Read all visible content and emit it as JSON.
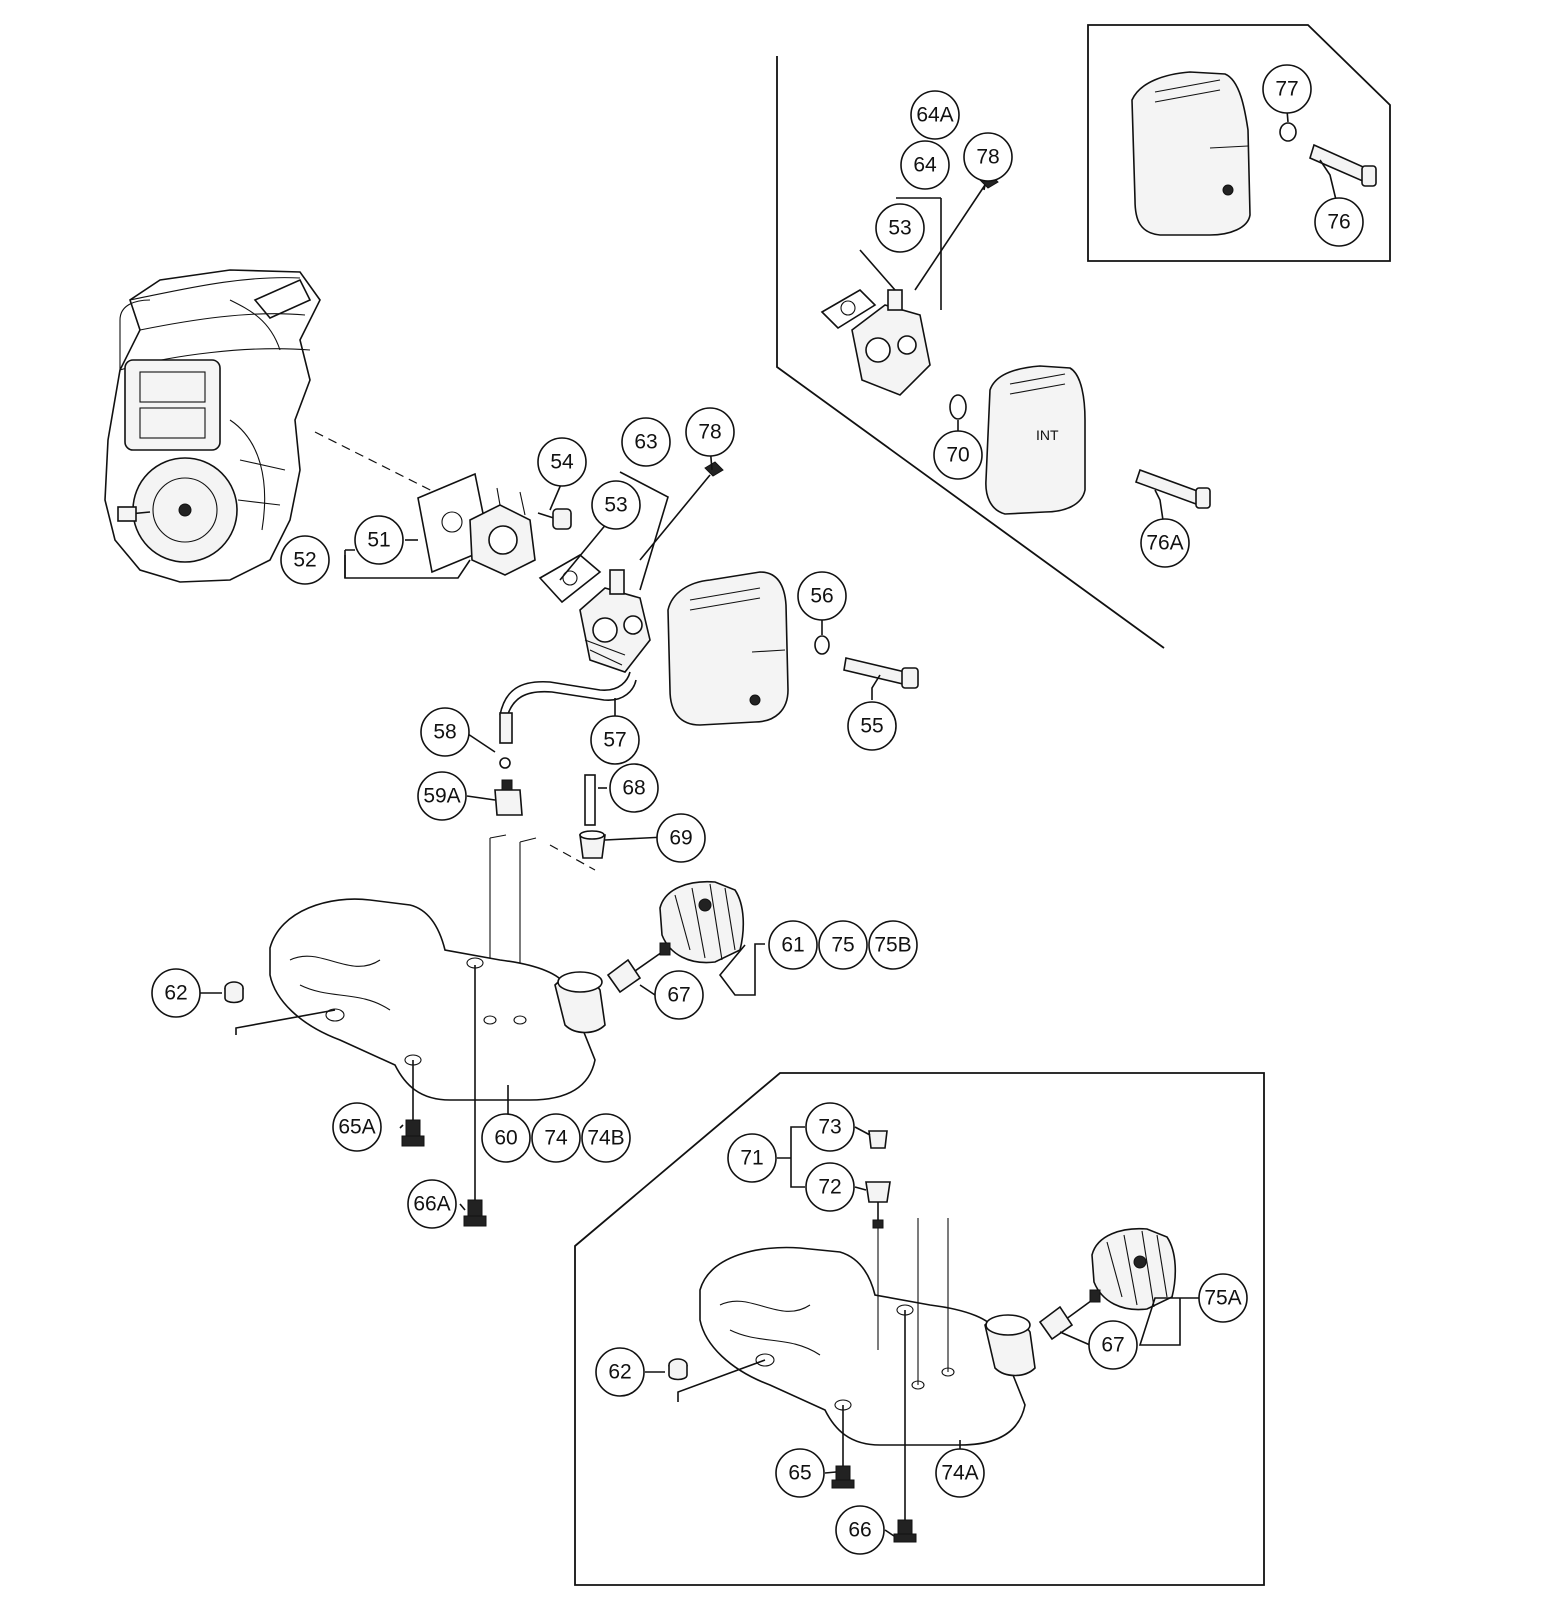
{
  "colors": {
    "ink": "#111111",
    "background": "#ffffff"
  },
  "labels": {
    "p51": "51",
    "p52": "52",
    "p53": "53",
    "p53b": "53",
    "p54": "54",
    "p55": "55",
    "p56": "56",
    "p57": "57",
    "p58": "58",
    "p59A": "59A",
    "p60": "60",
    "p61": "61",
    "p62": "62",
    "p62b": "62",
    "p63": "63",
    "p64": "64",
    "p64A": "64A",
    "p65": "65",
    "p65A": "65A",
    "p66": "66",
    "p66A": "66A",
    "p67": "67",
    "p67b": "67",
    "p68": "68",
    "p69": "69",
    "p70": "70",
    "p71": "71",
    "p72": "72",
    "p73": "73",
    "p74": "74",
    "p74A": "74A",
    "p74B": "74B",
    "p75": "75",
    "p75A": "75A",
    "p75B": "75B",
    "p76": "76",
    "p76A": "76A",
    "p77": "77",
    "p78": "78",
    "p78b": "78"
  },
  "print": {
    "cover_mark": "INT"
  }
}
